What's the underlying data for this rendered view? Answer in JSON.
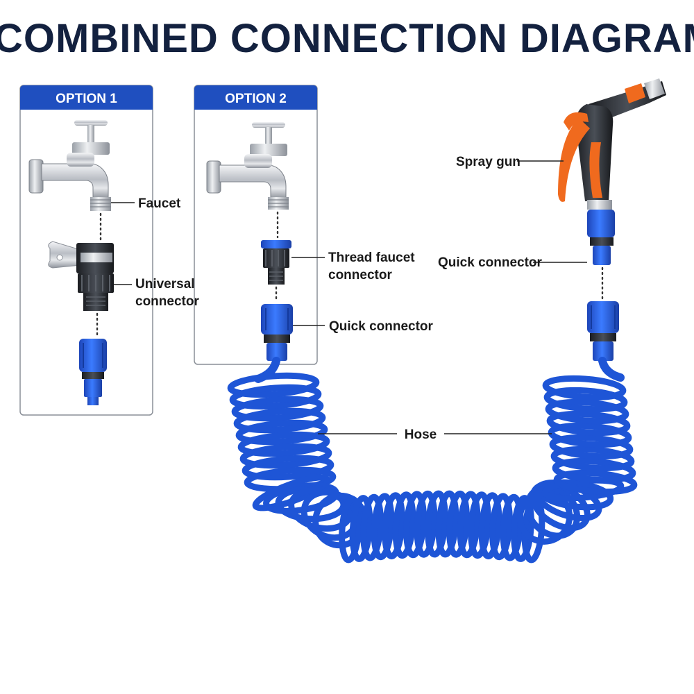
{
  "title": "COMBINED CONNECTION DIAGRAM",
  "panels": [
    {
      "heading": "OPTION 1"
    },
    {
      "heading": "OPTION 2"
    }
  ],
  "labels": {
    "faucet": "Faucet",
    "universal_line1": "Universal",
    "universal_line2": "connector",
    "thread_line1": "Thread faucet",
    "thread_line2": "connector",
    "quick_left": "Quick connector",
    "quick_right": "Quick connector",
    "spray_gun": "Spray gun",
    "hose": "Hose"
  },
  "colors": {
    "title": "#13213f",
    "panel_header": "#1f4fbf",
    "hose_blue": "#1e55d6",
    "connector_blue": "#2563eb",
    "trigger_orange": "#f06a1e",
    "chrome": "#c9ccd1"
  },
  "icons": [
    "faucet-icon",
    "universal-connector-icon",
    "thread-faucet-connector-icon",
    "quick-connector-icon",
    "spray-gun-icon",
    "coiled-hose-icon"
  ]
}
